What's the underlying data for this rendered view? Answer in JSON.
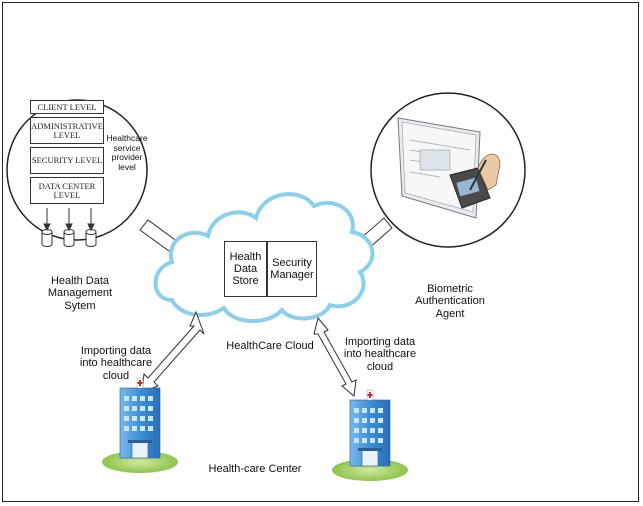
{
  "hdms": {
    "levels": [
      "CLIENT LEVEL",
      "ADMINISTRATIVE LEVEL",
      "SECURITY LEVEL",
      "DATA CENTER LEVEL"
    ],
    "side_label": "Healthcare\nservice\nprovider\nlevel",
    "caption": "Health Data\nManagement\nSytem"
  },
  "cloud": {
    "store_label": "Health\nData\nStore",
    "security_label": "Security\nManager",
    "caption": "HealthCare Cloud"
  },
  "biometric": {
    "caption": "Biometric\nAuthentication\nAgent"
  },
  "import_left": "Importing data\ninto healthcare\ncloud",
  "import_right": "Importing data\ninto healthcare\ncloud",
  "center_caption": "Health-care Center",
  "colors": {
    "cloud_stroke": "#8ad0ec",
    "building_blue": "#3a8fd6",
    "lawn_green": "#9ccf5a",
    "red_cross": "#d0282a"
  }
}
